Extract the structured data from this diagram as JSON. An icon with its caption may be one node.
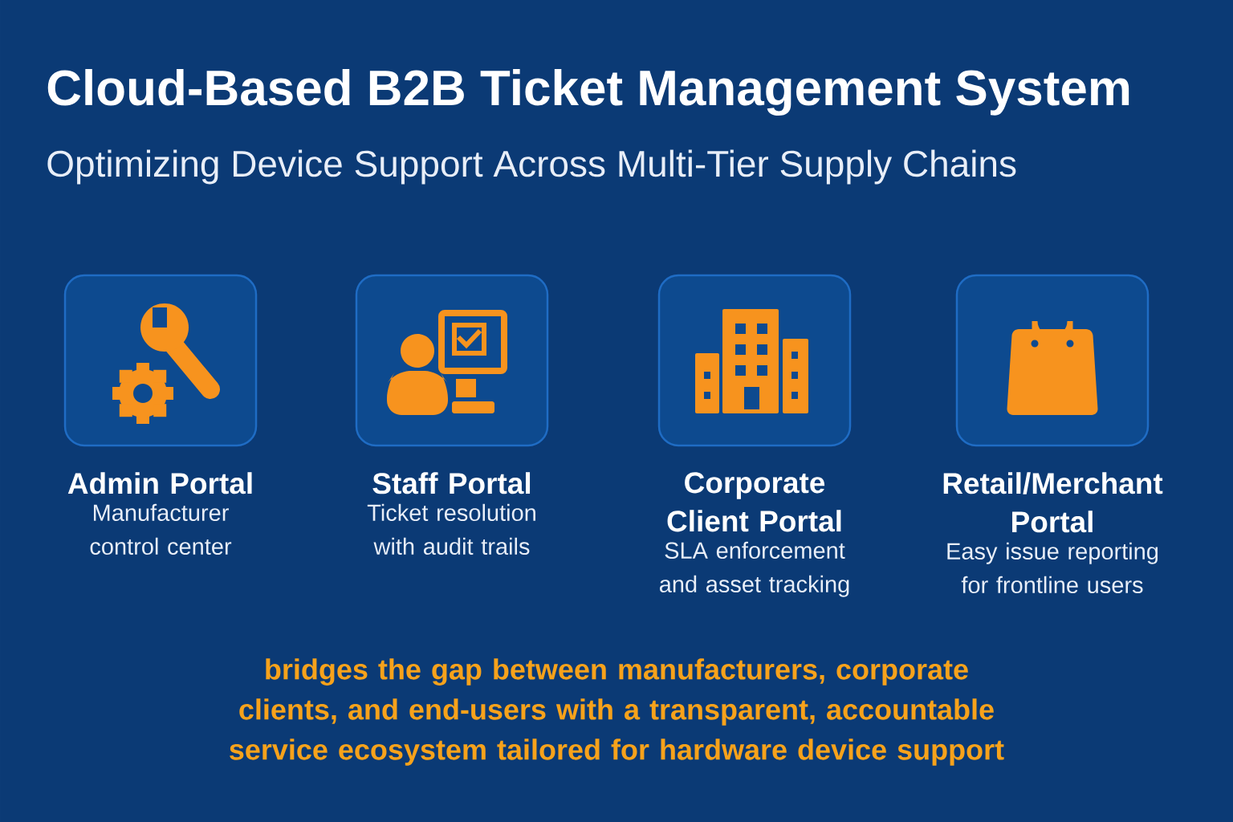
{
  "diagram": {
    "title": "Cloud-Based B2B Ticket Management System",
    "labels": [
      "Optimizing Device Support Across Multi-Tier Supply Chains"
    ],
    "nodes": [
      {
        "text": [
          "Admin Portal",
          "Manufacturer control center"
        ]
      },
      {
        "text": [
          "Staff Portal",
          "Ticket resolution with audit trails"
        ]
      },
      {
        "text": [
          "Corporate Client Portal",
          "SLA enforcement and asset tracking"
        ]
      },
      {
        "text": [
          "Retail/Merchant Portal",
          "Easy issue reporting for frontline users"
        ]
      }
    ],
    "caption": "bridges the gap between manufacturers, corporate clients, and end-users with a transparent, accountable service ecosystem tailored for hardware device support"
  }
}
